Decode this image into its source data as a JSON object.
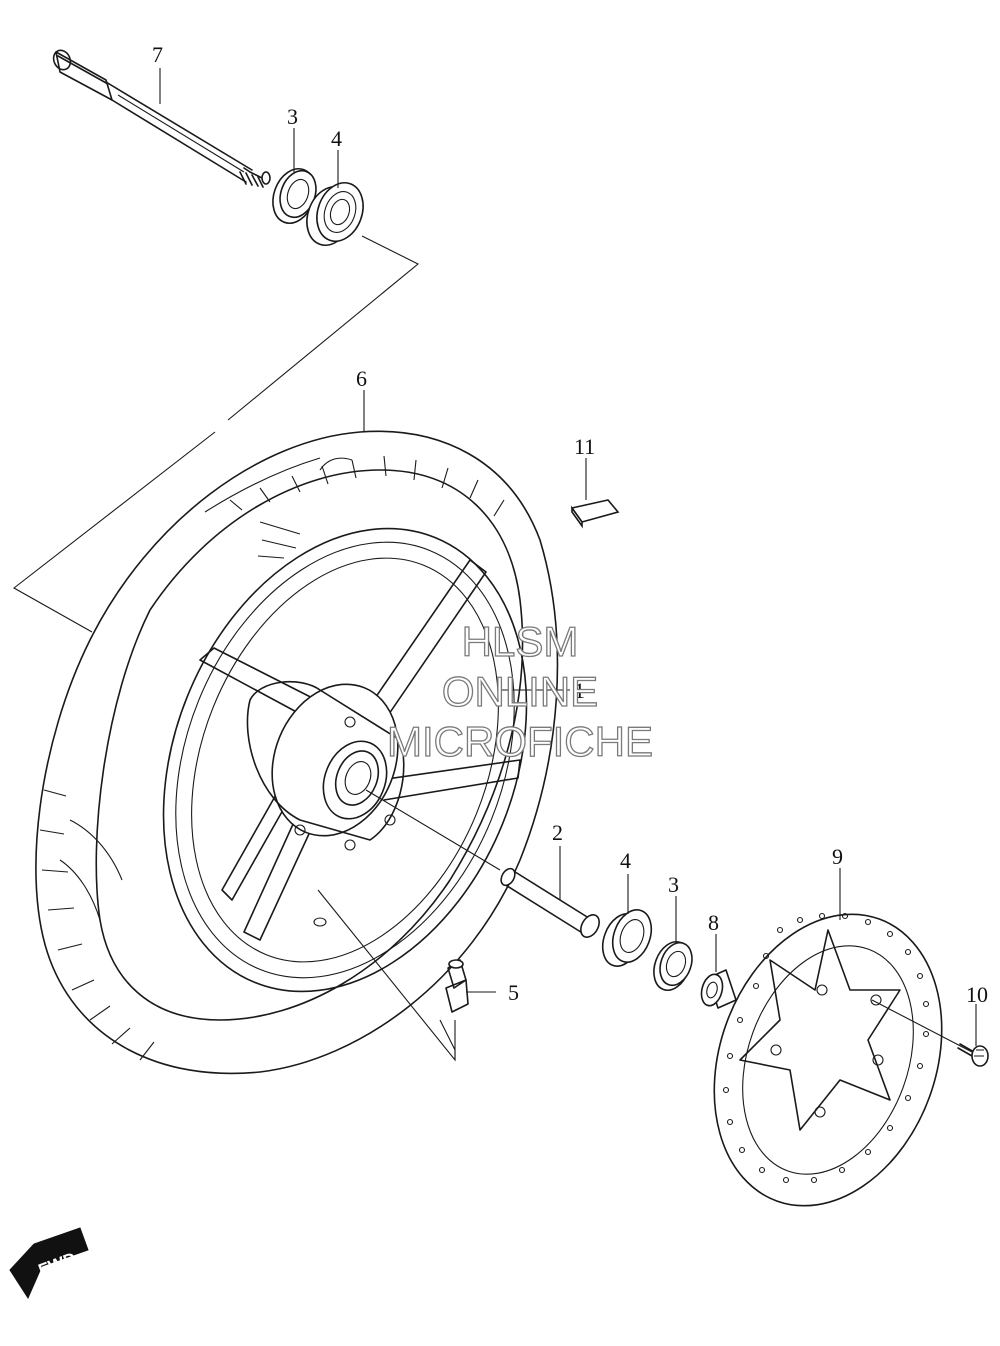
{
  "callouts": [
    {
      "key": "axle",
      "label": "7"
    },
    {
      "key": "seal_top",
      "label": "3"
    },
    {
      "key": "bearing_top",
      "label": "4"
    },
    {
      "key": "tire",
      "label": "6"
    },
    {
      "key": "weight",
      "label": "11"
    },
    {
      "key": "wheel",
      "label": "1"
    },
    {
      "key": "spacer",
      "label": "2"
    },
    {
      "key": "bearing_bottom",
      "label": "4"
    },
    {
      "key": "seal_bottom",
      "label": "3"
    },
    {
      "key": "collar",
      "label": "8"
    },
    {
      "key": "disc",
      "label": "9"
    },
    {
      "key": "valve",
      "label": "5"
    },
    {
      "key": "bolt",
      "label": "10"
    }
  ],
  "watermark": {
    "line1": "HLSM",
    "line2": "ONLINE",
    "line3": "MICROFICHE"
  },
  "fwd_label": "FWD",
  "colors": {
    "line": "#1a1a1a",
    "watermark_stroke": "#7a7a7a",
    "background": "#ffffff"
  }
}
